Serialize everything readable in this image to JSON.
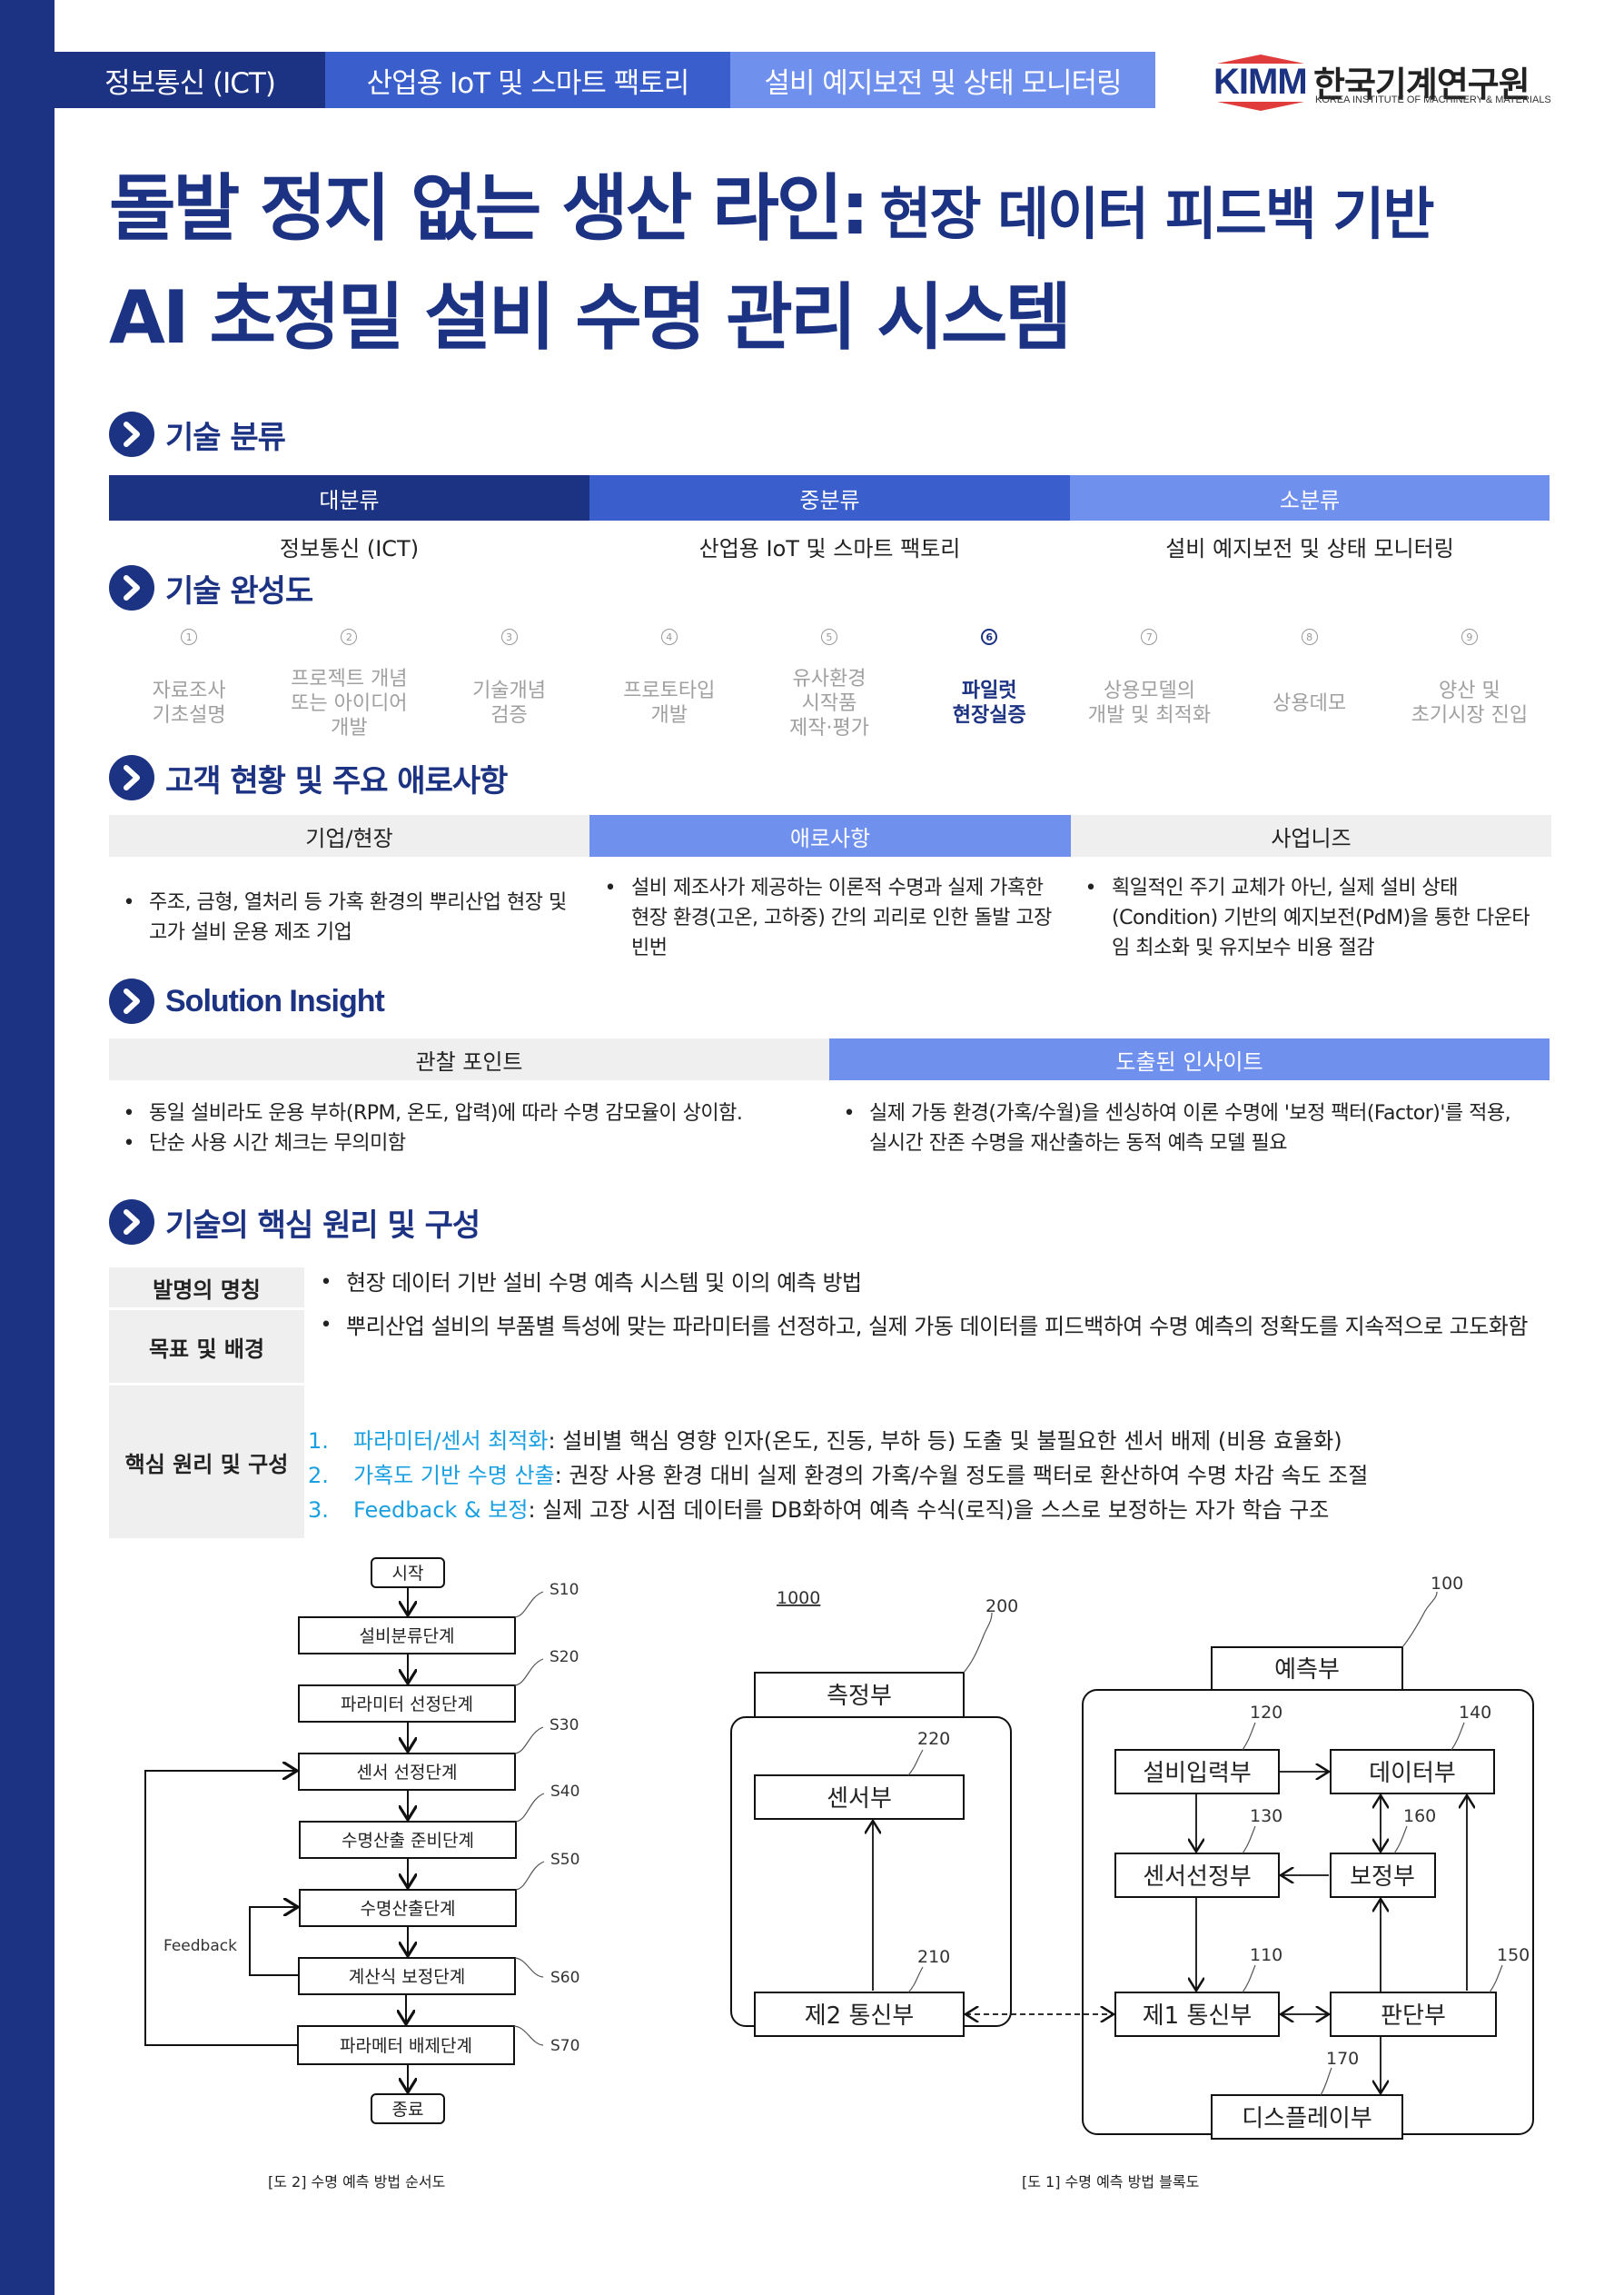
{
  "header": {
    "tabs": [
      "정보통신 (ICT)",
      "산업용 IoT 및 스마트 팩토리",
      "설비 예지보전 및 상태 모니터링"
    ],
    "logo": {
      "mark": "KIMM",
      "name_ko": "한국기계연구원",
      "name_en": "KOREA INSTITUTE OF MACHINERY & MATERIALS"
    }
  },
  "title": {
    "line1_big": "돌발 정지 없는 생산 라인:",
    "line1_small": "현장 데이터 피드백 기반",
    "line2": "AI 초정밀 설비 수명 관리 시스템"
  },
  "classification": {
    "heading": "기술 분류",
    "columns": [
      {
        "header": "대분류",
        "value": "정보통신 (ICT)",
        "color": "#1c3282"
      },
      {
        "header": "중분류",
        "value": "산업용 IoT 및 스마트 팩토리",
        "color": "#3a5ecc"
      },
      {
        "header": "소분류",
        "value": "설비 예지보전 및 상태 모니터링",
        "color": "#7090ee"
      }
    ]
  },
  "maturity": {
    "heading": "기술 완성도",
    "active_index": 5,
    "steps": [
      {
        "num": "1",
        "label": "자료조사\n기초설명"
      },
      {
        "num": "2",
        "label": "프로젝트 개념\n또는 아이디어\n개발"
      },
      {
        "num": "3",
        "label": "기술개념\n검증"
      },
      {
        "num": "4",
        "label": "프로토타입\n개발"
      },
      {
        "num": "5",
        "label": "유사환경\n시작품\n제작·평가"
      },
      {
        "num": "6",
        "label": "파일럿\n현장실증"
      },
      {
        "num": "7",
        "label": "상용모델의\n개발 및 최적화"
      },
      {
        "num": "8",
        "label": "상용데모"
      },
      {
        "num": "9",
        "label": "양산 및\n초기시장 진입"
      }
    ]
  },
  "customer": {
    "heading": "고객 현황 및 주요 애로사항",
    "headers": [
      "기업/현장",
      "애로사항",
      "사업니즈"
    ],
    "items": [
      "주조, 금형, 열처리 등 가혹 환경의 뿌리산업 현장 및 고가 설비 운용 제조 기업",
      "설비 제조사가 제공하는 이론적 수명과 실제 가혹한 현장 환경(고온, 고하중) 간의 괴리로 인한 돌발 고장 빈번",
      "획일적인 주기 교체가 아닌, 실제 설비 상태(Condition) 기반의 예지보전(PdM)을 통한 다운타임 최소화 및 유지보수 비용 절감"
    ]
  },
  "insight": {
    "heading": "Solution Insight",
    "headers": [
      "관찰 포인트",
      "도출된 인사이트"
    ],
    "observations": [
      "동일 설비라도 운용 부하(RPM, 온도, 압력)에 따라 수명 감모율이 상이함.",
      "단순 사용 시간 체크는 무의미함"
    ],
    "insights": [
      "실제 가동 환경(가혹/수월)을 센싱하여 이론 수명에 '보정 팩터(Factor)'를 적용, 실시간 잔존 수명을 재산출하는 동적 예측 모델 필요"
    ]
  },
  "core": {
    "heading": "기술의 핵심 원리 및 구성",
    "rows": [
      {
        "label": "발명의 명칭",
        "text": "현장 데이터 기반 설비 수명 예측 시스템 및 이의 예측 방법"
      },
      {
        "label": "목표 및 배경",
        "text": "뿌리산업 설비의 부품별 특성에 맞는 파라미터를 선정하고, 실제 가동 데이터를 피드백하여 수명 예측의 정확도를 지속적으로 고도화함"
      },
      {
        "label": "핵심 원리 및 구성"
      }
    ],
    "principles": [
      {
        "num": "1.",
        "title": "파라미터/센서 최적화",
        "text": ": 설비별 핵심 영향 인자(온도, 진동, 부하 등) 도출 및 불필요한 센서 배제 (비용 효율화)"
      },
      {
        "num": "2.",
        "title": "가혹도 기반 수명 산출",
        "text": ": 권장 사용 환경 대비 실제 환경의 가혹/수월 정도를 팩터로 환산하여 수명 차감 속도 조절"
      },
      {
        "num": "3.",
        "title": "Feedback & 보정",
        "text": ": 실제 고장 시점 데이터를 DB화하여 예측 수식(로직)을 스스로 보정하는 자가 학습 구조"
      }
    ],
    "accent_color": "#1aa0e0"
  },
  "flowchart": {
    "start": "시작",
    "end": "종료",
    "feedback_label": "Feedback",
    "steps": [
      {
        "code": "S10",
        "label": "설비분류단계"
      },
      {
        "code": "S20",
        "label": "파라미터 선정단계"
      },
      {
        "code": "S30",
        "label": "센서 선정단계"
      },
      {
        "code": "S40",
        "label": "수명산출 준비단계"
      },
      {
        "code": "S50",
        "label": "수명산출단계"
      },
      {
        "code": "S60",
        "label": "계산식 보정단계"
      },
      {
        "code": "S70",
        "label": "파라메터 배제단계"
      }
    ],
    "caption": "[도 2] 수명 예측 방법 순서도"
  },
  "block_diagram": {
    "system_ref": "1000",
    "measure": {
      "ref": "200",
      "title": "측정부",
      "sensor": {
        "ref": "220",
        "label": "센서부"
      },
      "comm2": {
        "ref": "210",
        "label": "제2 통신부"
      }
    },
    "predict": {
      "ref": "100",
      "title": "예측부",
      "units": [
        {
          "ref": "120",
          "label": "설비입력부"
        },
        {
          "ref": "140",
          "label": "데이터부"
        },
        {
          "ref": "130",
          "label": "센서선정부"
        },
        {
          "ref": "160",
          "label": "보정부"
        },
        {
          "ref": "110",
          "label": "제1 통신부"
        },
        {
          "ref": "150",
          "label": "판단부"
        },
        {
          "ref": "170",
          "label": "디스플레이부"
        }
      ]
    },
    "caption": "[도 1] 수명 예측 방법 블록도"
  }
}
